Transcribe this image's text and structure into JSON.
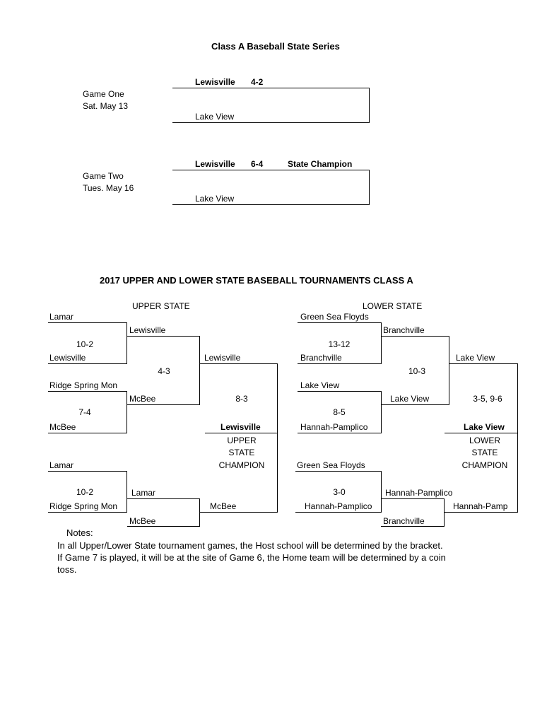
{
  "series": {
    "title": "Class A Baseball State Series",
    "game1": {
      "label": "Game One",
      "date": "Sat. May 13",
      "winner": "Lewisville",
      "score": "4-2",
      "loser": "Lake View"
    },
    "game2": {
      "label": "Game Two",
      "date": "Tues. May 16",
      "winner": "Lewisville",
      "score": "6-4",
      "result": "State Champion",
      "loser": "Lake View"
    }
  },
  "tournament": {
    "title": "2017 UPPER AND LOWER STATE BASEBALL TOURNAMENTS CLASS A",
    "upper": {
      "heading": "UPPER STATE",
      "r1": [
        {
          "top": "Lamar",
          "score": "10-2",
          "bottom": "Lewisville"
        },
        {
          "top": "Ridge Spring Mon",
          "score": "7-4",
          "bottom": "McBee"
        },
        {
          "top": "Lamar",
          "score": "10-2",
          "bottom": "Ridge Spring Mon"
        }
      ],
      "r2": [
        {
          "top": "Lewisville",
          "score": "4-3",
          "bottom": "McBee"
        },
        {
          "top": "Lamar",
          "bottom": "McBee"
        }
      ],
      "r3": {
        "top": "Lewisville",
        "score": "8-3",
        "bottom": "McBee"
      },
      "champion": "Lewisville",
      "champ_line1": "UPPER",
      "champ_line2": "STATE",
      "champ_line3": "CHAMPION"
    },
    "lower": {
      "heading": "LOWER STATE",
      "r1": [
        {
          "top": "Green Sea Floyds",
          "score": "13-12",
          "bottom": "Branchville"
        },
        {
          "top": "Lake View",
          "score": "8-5",
          "bottom": "Hannah-Pamplico"
        },
        {
          "top": "Green Sea Floyds",
          "score": "3-0",
          "bottom": "Hannah-Pamplico"
        }
      ],
      "r2": [
        {
          "top": "Branchville",
          "score": "10-3",
          "bottom": "Lake View"
        },
        {
          "top": "Hannah-Pamplico",
          "bottom": "Branchville"
        }
      ],
      "r3": {
        "top": "Lake View",
        "score": "3-5, 9-6",
        "bottom": "Hannah-Pamp"
      },
      "champion": "Lake View",
      "champ_line1": "LOWER",
      "champ_line2": "STATE",
      "champ_line3": "CHAMPION"
    }
  },
  "notes": {
    "heading": "Notes:",
    "line1": "In all Upper/Lower State tournament games, the Host school will be determined by the bracket.",
    "line2": "If Game 7 is played, it will be at the site of Game 6, the Home team will be determined by a coin",
    "line3": "toss."
  }
}
